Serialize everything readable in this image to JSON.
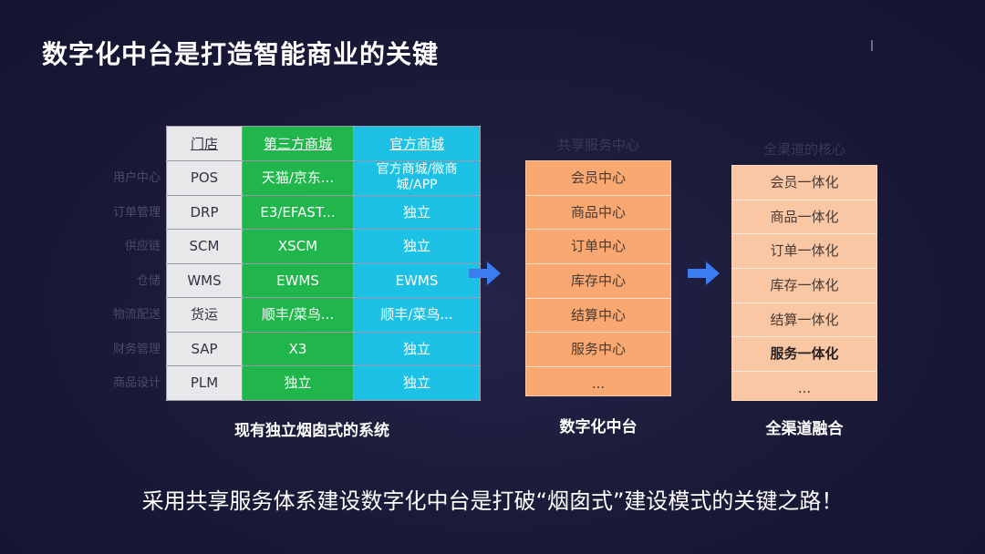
{
  "slide": {
    "title": "数字化中台是打造智能商业的关键",
    "footer": "采用共享服务体系建设数字化中台是打破“烟囱式”建设模式的关键之路！"
  },
  "row_labels": [
    "用户中心",
    "订单管理",
    "供应链",
    "仓储",
    "物流配送",
    "财务管理",
    "商品设计"
  ],
  "systems_table": {
    "headers": [
      "门店",
      "第三方商城",
      "官方商城"
    ],
    "rows": [
      [
        "POS",
        "天猫/京东...",
        "官方商城/微商城/APP"
      ],
      [
        "DRP",
        "E3/EFAST...",
        "独立"
      ],
      [
        "SCM",
        "XSCM",
        "独立"
      ],
      [
        "WMS",
        "EWMS",
        "EWMS"
      ],
      [
        "货运",
        "顺丰/菜鸟...",
        "顺丰/菜鸟..."
      ],
      [
        "SAP",
        "X3",
        "独立"
      ],
      [
        "PLM",
        "独立",
        "独立"
      ]
    ],
    "caption": "现有独立烟囱式的系统"
  },
  "middle_platform": {
    "header": "共享服务中心",
    "items": [
      "会员中心",
      "商品中心",
      "订单中心",
      "库存中心",
      "结算中心",
      "服务中心",
      "..."
    ],
    "caption": "数字化中台"
  },
  "omnichannel": {
    "header": "全渠道的核心",
    "items": [
      "会员一体化",
      "商品一体化",
      "订单一体化",
      "库存一体化",
      "结算一体化",
      "服务一体化",
      "..."
    ],
    "bold_index": 5,
    "caption": "全渠道融合"
  },
  "colors": {
    "background": "#1b1b3a",
    "store_column": "#e8e8ea",
    "third_party_column": "#20b64c",
    "official_column": "#1ec1e6",
    "middle_platform": "#f8a870",
    "omnichannel": "#f9c7a4",
    "arrow": "#3a7df0"
  }
}
